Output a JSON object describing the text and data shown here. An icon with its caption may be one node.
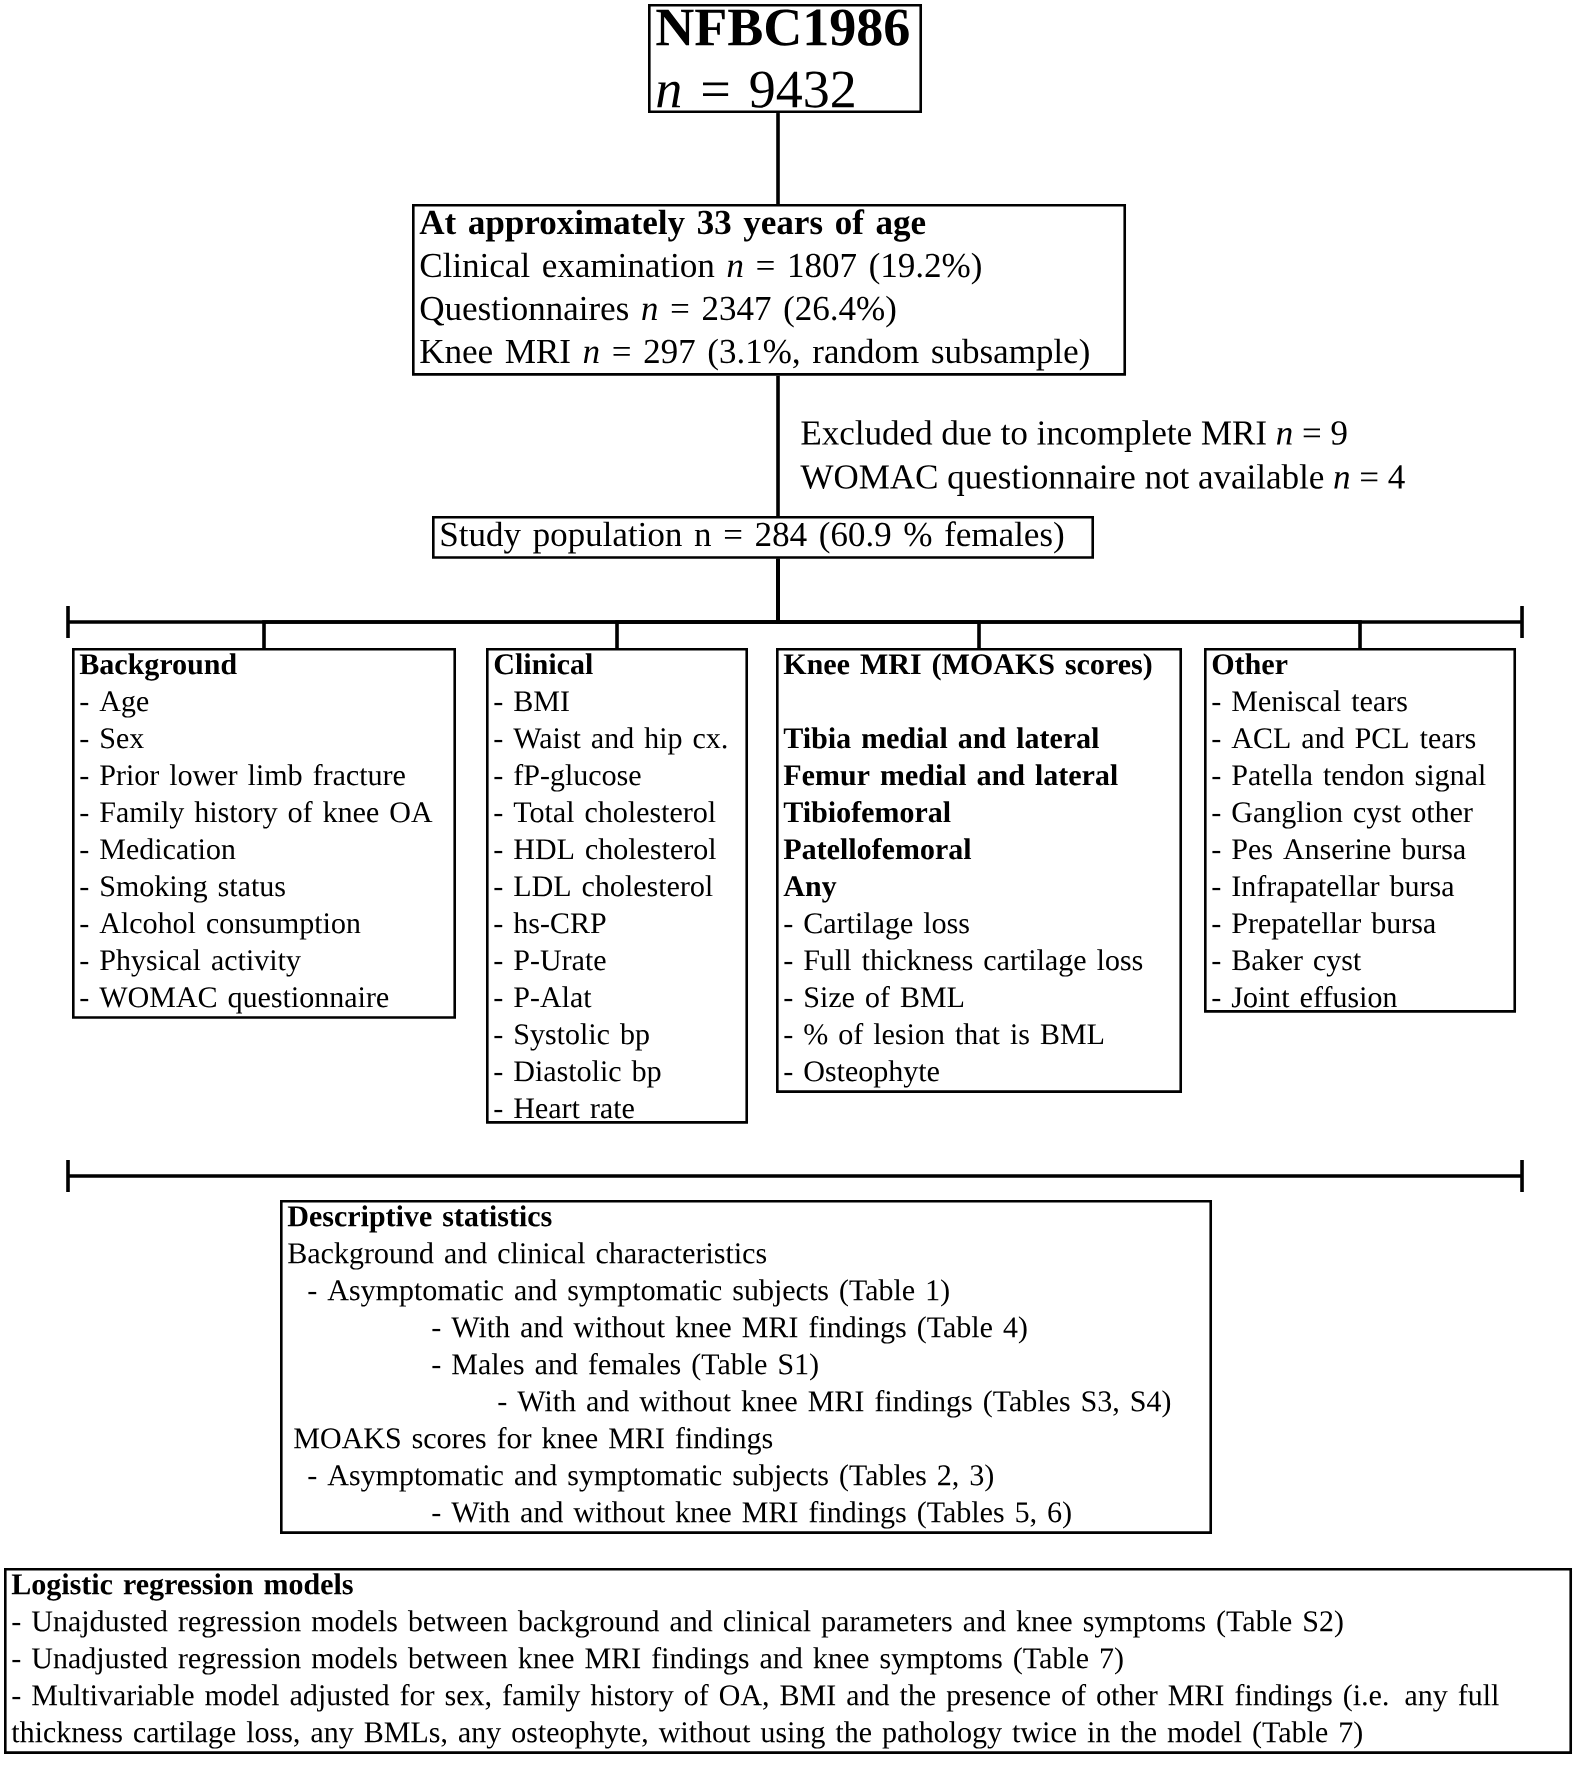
{
  "diagram": {
    "nodes": [
      {
        "text": [
          "NFBC1986",
          "*n* = 9432"
        ]
      },
      {
        "text": [
          "At approximately 33 years of age",
          "Clinical examination *n* = 1807 (19.2%)",
          "Questionnaires *n* = 2347 (26.4%)",
          "Knee MRI *n* = 297 (3.1%, random subsample)"
        ]
      },
      {
        "text": [
          "Study population n = 284 (60.9 % females)"
        ]
      },
      {
        "text": [
          "Background",
          "- Age",
          "- Sex",
          "- Prior lower limb fracture",
          "- Family history of knee OA",
          "- Medication",
          "- Smoking status",
          "- Alcohol consumption",
          "- Physical activity",
          "- WOMAC questionnaire"
        ]
      },
      {
        "text": [
          "Clinical",
          "- BMI",
          "- Waist and hip cx.",
          "- fP-glucose",
          "- Total cholesterol",
          "- HDL cholesterol",
          "- LDL cholesterol",
          "- hs-CRP",
          "- P-Urate",
          "- P-Alat",
          "- Systolic bp",
          "- Diastolic bp",
          "- Heart rate"
        ]
      },
      {
        "text": [
          "Knee MRI (MOAKS scores)",
          "Tibia medial and lateral",
          "Femur medial and lateral",
          "Tibiofemoral",
          "Patellofemoral",
          "Any",
          "- Cartilage loss",
          "- Full thickness cartilage loss",
          "- Size of BML",
          "- % of lesion that is BML",
          "- Osteophyte"
        ]
      },
      {
        "text": [
          "Other",
          "- Meniscal tears",
          "- ACL and PCL tears",
          "- Patella tendon signal",
          "- Ganglion cyst other",
          "- Pes Anserine bursa",
          "- Infrapatellar bursa",
          "- Prepatellar bursa",
          "- Baker cyst",
          "- Joint effusion"
        ]
      },
      {
        "text": [
          "Descriptive statistics",
          "Background and clinical characteristics",
          "- Asymptomatic and symptomatic subjects (Table 1)",
          "- With and without knee MRI findings (Table 4)",
          "- Males and females (Table S1)",
          "- With and without knee  MRI findings  (Tables S3, S4)",
          "MOAKS scores for knee MRI findings",
          "- Asymptomatic and symptomatic subjects (Tables 2, 3)",
          "- With and without knee MRI findings (Tables 5, 6)"
        ]
      },
      {
        "text": [
          "Logistic regression models",
          "- Unajdusted regression models between background and clinical parameters and knee symptoms (Table S2)",
          "- Unadjusted regression models between knee MRI findings and knee symptoms (Table 7)",
          "- Multivariable model adjusted for sex, family history of OA, BMI and the presence of other MRI findings (i.e. any full thickness cartilage loss, any BMLs, any osteophyte, without using the pathology twice in the model (Table 7)"
        ]
      }
    ],
    "edges": [
      {
        "from": 0,
        "to": 1,
        "arrow": "none"
      },
      {
        "from": 1,
        "to": 2,
        "arrow": "none"
      },
      {
        "from": 2,
        "to": 3,
        "arrow": "none"
      },
      {
        "from": 2,
        "to": 4,
        "arrow": "none"
      },
      {
        "from": 2,
        "to": 5,
        "arrow": "none"
      },
      {
        "from": 2,
        "to": 6,
        "arrow": "none"
      }
    ],
    "labels": [
      "Excluded due to incomplete MRI *n* = 9",
      "WOMAC questionnaire not available *n* = 4"
    ]
  }
}
